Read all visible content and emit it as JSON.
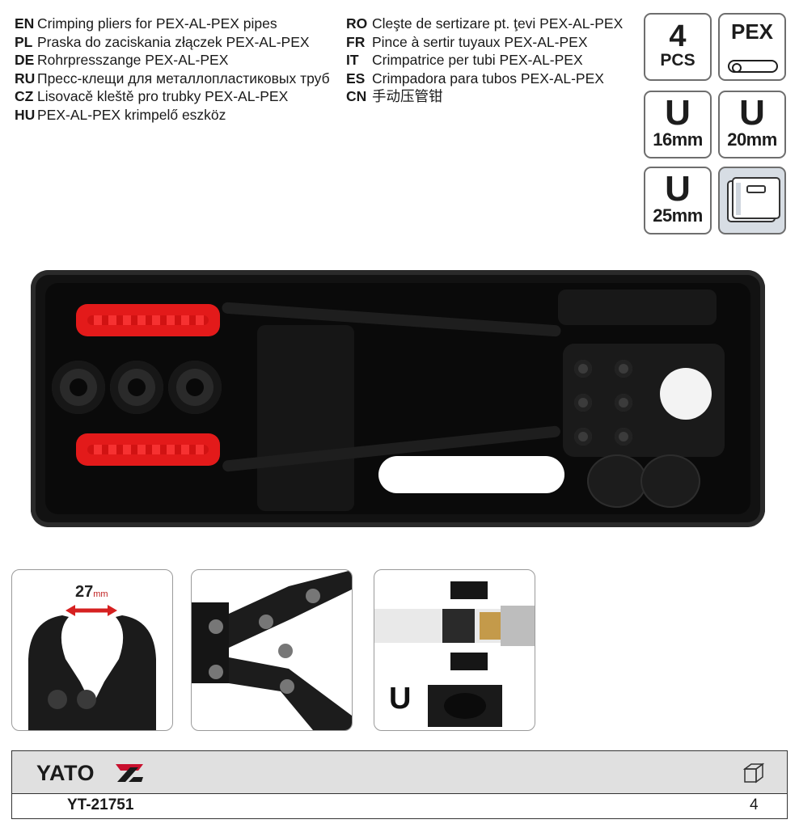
{
  "languages_left": [
    {
      "code": "EN",
      "text": "Crimping pliers for PEX-AL-PEX pipes"
    },
    {
      "code": "PL",
      "text": "Praska do zaciskania złączek PEX-AL-PEX"
    },
    {
      "code": "DE",
      "text": "Rohrpresszange PEX-AL-PEX"
    },
    {
      "code": "RU",
      "text": "Пресс-клещи для металлопластиковых труб"
    },
    {
      "code": "CZ",
      "text": "Lisovacě kleště pro trubky PEX-AL-PEX"
    },
    {
      "code": "HU",
      "text": "PEX-AL-PEX krimpelő eszköz"
    }
  ],
  "languages_right": [
    {
      "code": "RO",
      "text": "Cleşte de sertizare pt. ţevi PEX-AL-PEX"
    },
    {
      "code": "FR",
      "text": "Pince à sertir tuyaux PEX-AL-PEX"
    },
    {
      "code": "IT",
      "text": "Crimpatrice per tubi PEX-AL-PEX"
    },
    {
      "code": "ES",
      "text": "Crimpadora para tubos PEX-AL-PEX"
    },
    {
      "code": "CN",
      "text": "手动压管钳"
    }
  ],
  "specs": {
    "pcs_count": "4",
    "pcs_label": "PCS",
    "pex_label": "PEX",
    "profile_letter": "U",
    "size_16": "16mm",
    "size_20": "20mm",
    "size_25": "25mm"
  },
  "detail_photos": {
    "jaw_opening_value": "27",
    "jaw_opening_unit": "mm",
    "die_profile_letter": "U"
  },
  "footer": {
    "brand": "YATO",
    "model": "YT-21751",
    "quantity": "4",
    "quantity_icon": "box-icon"
  },
  "colors": {
    "handle_red": "#e31a1a",
    "case_black": "#121212",
    "brand_red": "#c8102e"
  }
}
